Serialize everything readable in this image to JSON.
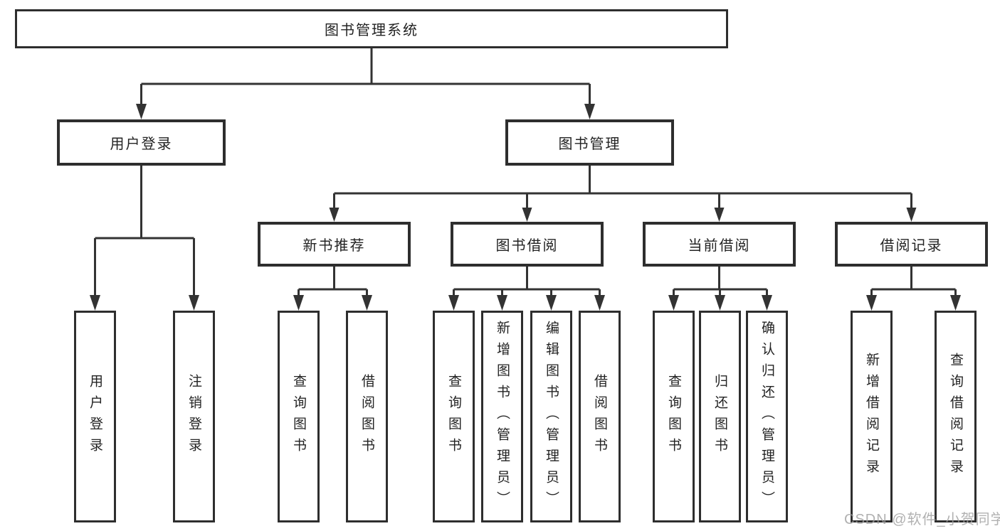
{
  "tree": {
    "root": {
      "label": "图书管理系统",
      "children": [
        {
          "label": "用户登录",
          "children": [
            {
              "label": "用户登录"
            },
            {
              "label": "注销登录"
            }
          ]
        },
        {
          "label": "图书管理",
          "children": [
            {
              "label": "新书推荐",
              "children": [
                {
                  "label": "查询图书"
                },
                {
                  "label": "借阅图书"
                }
              ]
            },
            {
              "label": "图书借阅",
              "children": [
                {
                  "label": "查询图书"
                },
                {
                  "label": "新增图书（管理员）"
                },
                {
                  "label": "编辑图书（管理员）"
                },
                {
                  "label": "借阅图书"
                }
              ]
            },
            {
              "label": "当前借阅",
              "children": [
                {
                  "label": "查询图书"
                },
                {
                  "label": "归还图书"
                },
                {
                  "label": "确认归还（管理员）"
                }
              ]
            },
            {
              "label": "借阅记录",
              "children": [
                {
                  "label": "新增借阅记录"
                },
                {
                  "label": "查询借阅记录"
                }
              ]
            }
          ]
        }
      ]
    }
  },
  "watermark": {
    "text": "CSDN @软件_小贺同学"
  },
  "colors": {
    "line": "#333333",
    "border": "#2e2e2e",
    "text": "#232323",
    "background": "#ffffff",
    "watermark": "#a0a0a0"
  }
}
